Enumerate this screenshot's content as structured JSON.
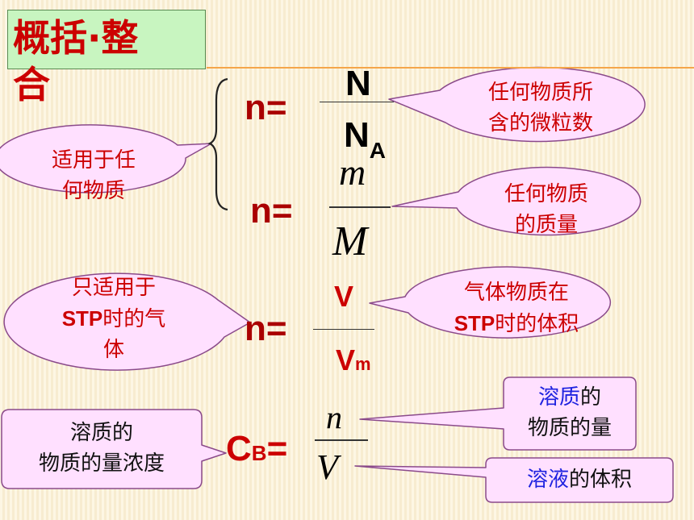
{
  "title": "概括·整合",
  "formulas": {
    "f1": {
      "lhs": "n=",
      "num": "N",
      "den_main": "N",
      "den_sub": "A"
    },
    "f2": {
      "lhs": "n=",
      "num": "m",
      "den": "M"
    },
    "f3": {
      "lhs": "n=",
      "num": "V",
      "den_main": "V",
      "den_sub": "m"
    },
    "f4": {
      "lhs_main": "C",
      "lhs_sub": "B",
      "lhs_eq": "=",
      "num": "n",
      "den": "V"
    }
  },
  "callouts": {
    "any_particles": {
      "line1": "任何物质所",
      "line2": "含的微粒数"
    },
    "any_substance": {
      "line1": "适用于任",
      "line2": "何物质"
    },
    "any_mass": {
      "line1": "任何物质",
      "line2": "的质量"
    },
    "stp_only": {
      "line1": "只适用于",
      "line2_stp": "STP",
      "line2_rest": "时的气",
      "line3": "体"
    },
    "gas_volume": {
      "line1": "气体物质在",
      "line2_stp": "STP",
      "line2_rest": "时的体积"
    },
    "concentration": {
      "line1": "溶质的",
      "line2": "物质的量浓度"
    },
    "solute_amount": {
      "line1_blue": "溶质",
      "line1_rest": "的",
      "line2": "物质的量"
    },
    "solution_volume": {
      "blue": "溶液",
      "rest": "的体积"
    }
  },
  "colors": {
    "accent_red": "#cc0000",
    "highlight_blue": "#1e22e0",
    "title_bg": "#c8f5c0",
    "rule_orange": "#f5a64a"
  }
}
